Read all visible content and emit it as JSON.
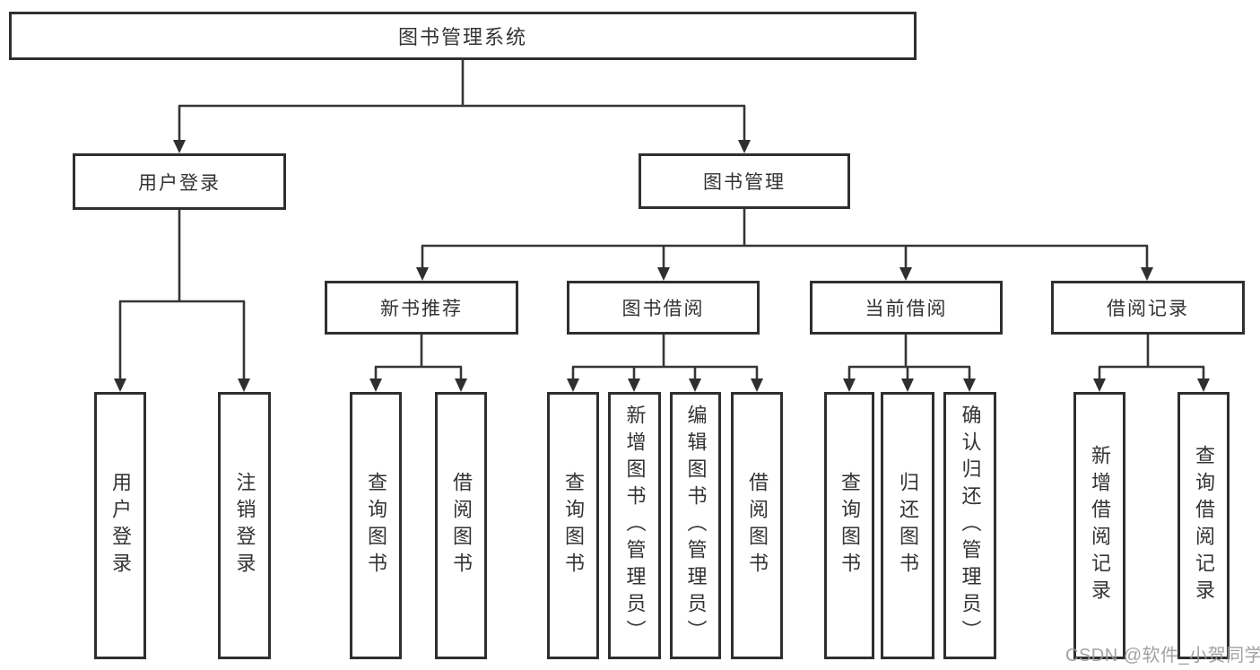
{
  "tree": {
    "root": {
      "label": "图书管理系统",
      "children": [
        {
          "label": "用户登录",
          "children": [
            {
              "label": "用户登录"
            },
            {
              "label": "注销登录"
            }
          ]
        },
        {
          "label": "图书管理",
          "children": [
            {
              "label": "新书推荐",
              "children": [
                {
                  "label": "查询图书"
                },
                {
                  "label": "借阅图书"
                }
              ]
            },
            {
              "label": "图书借阅",
              "children": [
                {
                  "label": "查询图书"
                },
                {
                  "label": "新增图书（管理员）"
                },
                {
                  "label": "编辑图书（管理员）"
                },
                {
                  "label": "借阅图书"
                }
              ]
            },
            {
              "label": "当前借阅",
              "children": [
                {
                  "label": "查询图书"
                },
                {
                  "label": "归还图书"
                },
                {
                  "label": "确认归还（管理员）"
                }
              ]
            },
            {
              "label": "借阅记录",
              "children": [
                {
                  "label": "新增借阅记录"
                },
                {
                  "label": "查询借阅记录"
                }
              ]
            }
          ]
        }
      ]
    }
  },
  "watermark": {
    "text": "CSDN @软件_小贺同学"
  },
  "colors": {
    "background": "#ffffff",
    "box_border": "#2f2f2f",
    "connector_line": "#363636",
    "text": "#333333",
    "watermark_text": "#9a9a9a"
  }
}
